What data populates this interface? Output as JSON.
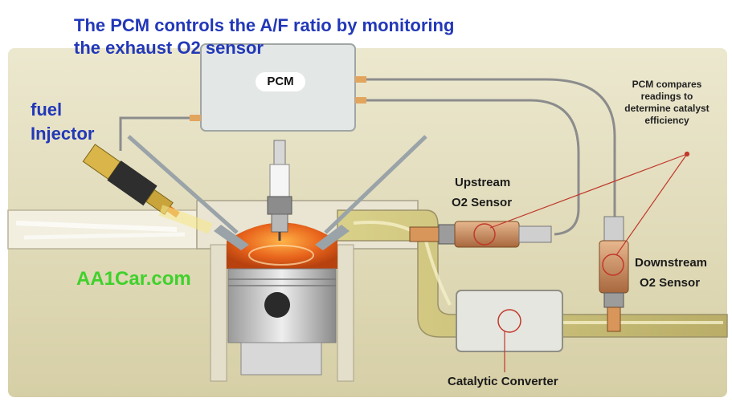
{
  "title": {
    "line1": "The PCM controls the A/F ratio by monitoring",
    "line2": "the exhaust O2 sensor"
  },
  "pcm_label": "PCM",
  "injector": {
    "line1": "fuel",
    "line2": "Injector"
  },
  "upstream_sensor": {
    "line1": "Upstream",
    "line2": "O2 Sensor"
  },
  "downstream_sensor": {
    "line1": "Downstream",
    "line2": "O2 Sensor"
  },
  "catalytic_converter": "Catalytic Converter",
  "pcm_note": "PCM compares readings to determine catalyst efficiency",
  "watermark": "AA1Car.com",
  "colors": {
    "title": "#2238b8",
    "watermark": "#3fd12b",
    "pointer_lines": "#c0392b",
    "combustion": "#e8641c"
  }
}
